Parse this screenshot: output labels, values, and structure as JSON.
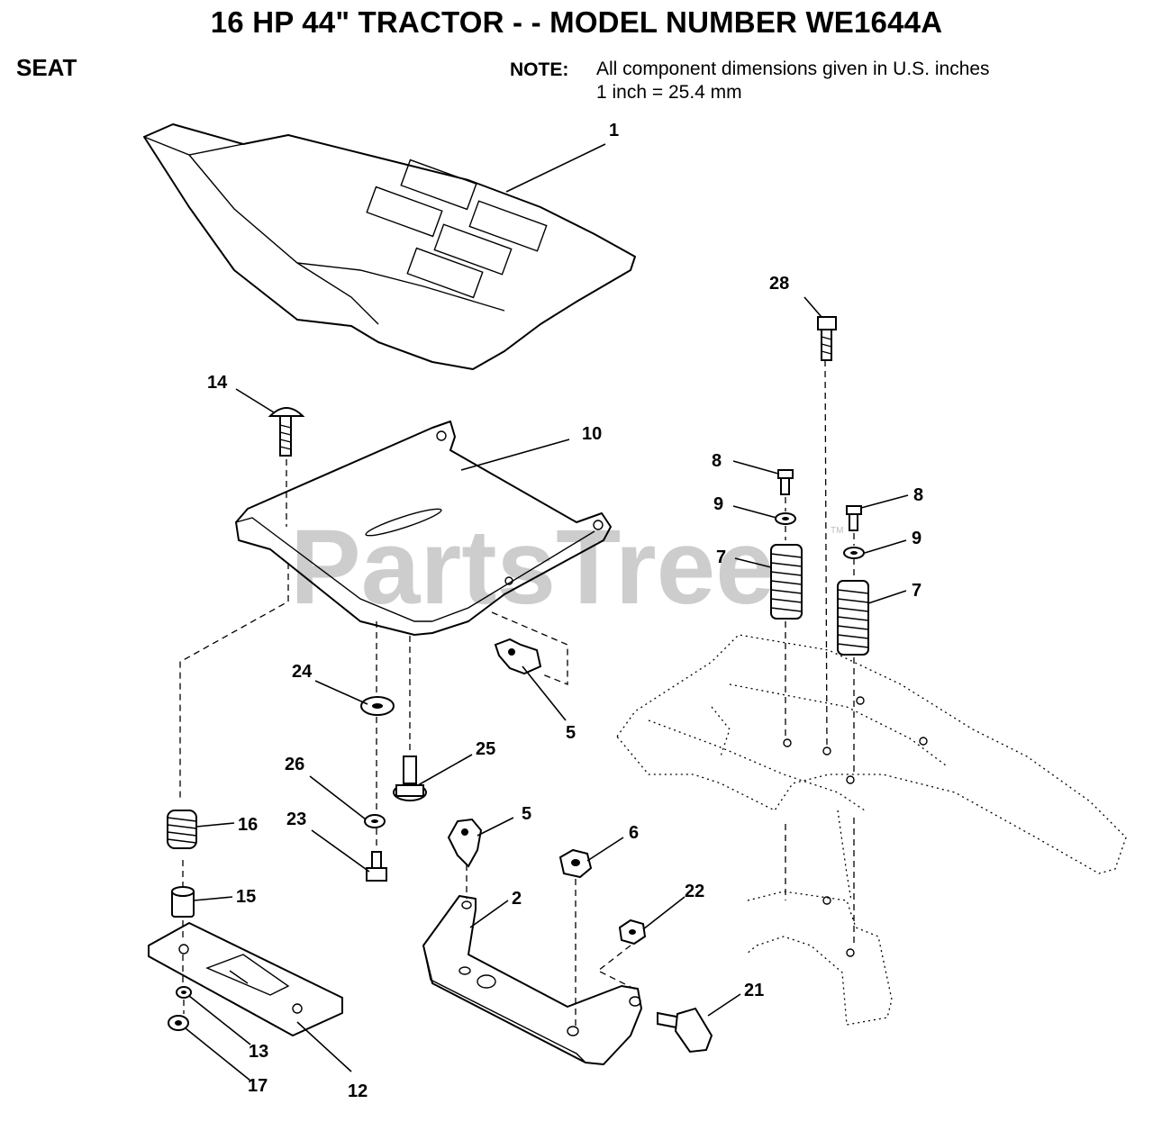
{
  "header": {
    "title": "16 HP 44\" TRACTOR - - MODEL NUMBER WE1644A",
    "section": "SEAT",
    "note_label": "NOTE:",
    "note_line1": "All component  dimensions given in U.S. inches",
    "note_line2": "1 inch = 25.4 mm"
  },
  "watermark": {
    "text": "PartsTree",
    "tm": "TM"
  },
  "callouts": [
    {
      "id": "c1",
      "label": "1"
    },
    {
      "id": "c2",
      "label": "2"
    },
    {
      "id": "c5a",
      "label": "5"
    },
    {
      "id": "c5b",
      "label": "5"
    },
    {
      "id": "c6",
      "label": "6"
    },
    {
      "id": "c7a",
      "label": "7"
    },
    {
      "id": "c7b",
      "label": "7"
    },
    {
      "id": "c8a",
      "label": "8"
    },
    {
      "id": "c8b",
      "label": "8"
    },
    {
      "id": "c9a",
      "label": "9"
    },
    {
      "id": "c9b",
      "label": "9"
    },
    {
      "id": "c10",
      "label": "10"
    },
    {
      "id": "c12",
      "label": "12"
    },
    {
      "id": "c13",
      "label": "13"
    },
    {
      "id": "c14",
      "label": "14"
    },
    {
      "id": "c15",
      "label": "15"
    },
    {
      "id": "c16",
      "label": "16"
    },
    {
      "id": "c17",
      "label": "17"
    },
    {
      "id": "c21",
      "label": "21"
    },
    {
      "id": "c22",
      "label": "22"
    },
    {
      "id": "c23",
      "label": "23"
    },
    {
      "id": "c24",
      "label": "24"
    },
    {
      "id": "c25",
      "label": "25"
    },
    {
      "id": "c26",
      "label": "26"
    },
    {
      "id": "c28",
      "label": "28"
    }
  ]
}
